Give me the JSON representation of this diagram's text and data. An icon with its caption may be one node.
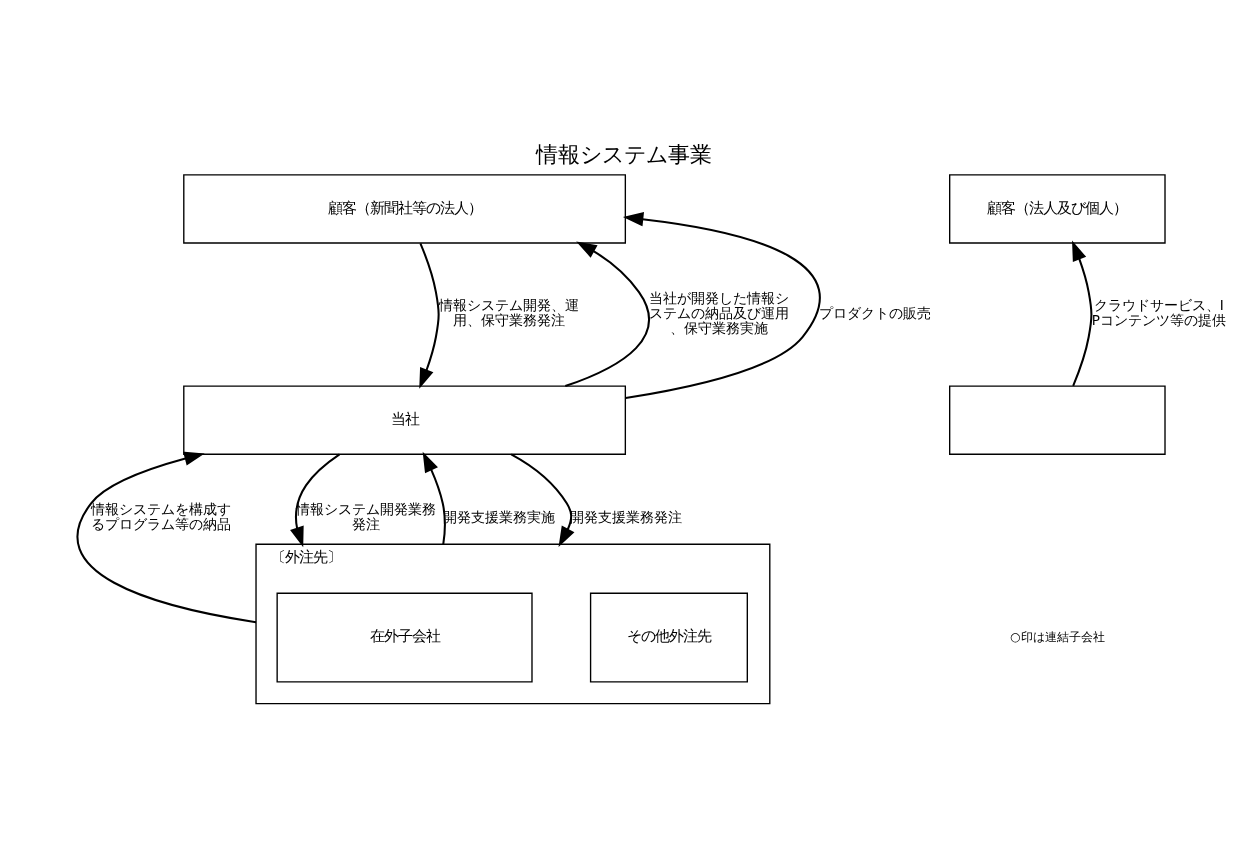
{
  "diagram": {
    "title": "情報システム事業",
    "nodes": [
      {
        "text": [
          "顧客（新聞社等の法人）"
        ]
      },
      {
        "text": [
          "顧客（法人及び個人）"
        ]
      },
      {
        "text": [
          "当社"
        ]
      },
      {
        "text": [],
        "shape": "box"
      },
      {
        "text": [
          "〔外注先〕"
        ]
      },
      {
        "text": [
          "在外子会社"
        ],
        "in": 4
      },
      {
        "text": [
          "その他外注先"
        ],
        "in": 4
      }
    ],
    "edges": [
      {
        "from": 2,
        "to": 0,
        "arrow": "to",
        "label": "当社が開発した情報システムの納品及び運用、保守業務実施"
      },
      {
        "from": 0,
        "to": 2,
        "arrow": "to",
        "label": "情報システム開発、運用、保守業務発注"
      },
      {
        "from": 2,
        "to": 0,
        "arrow": "to",
        "label": "プロダクトの販売"
      },
      {
        "from": 3,
        "to": 1,
        "arrow": "to",
        "label": "クラウドサービス、IPコンテンツ等の提供"
      },
      {
        "from": 4,
        "to": 2,
        "arrow": "to",
        "label": "情報システムを構成するプログラム等の納品"
      },
      {
        "from": 2,
        "to": 4,
        "arrow": "to",
        "label": "情報システム開発業務発注"
      },
      {
        "from": 4,
        "to": 2,
        "arrow": "to",
        "label": "開発支援業務実施"
      },
      {
        "from": 2,
        "to": 4,
        "arrow": "to",
        "label": "開発支援業務発注"
      }
    ],
    "labels": [
      "○印は連結子会社"
    ]
  }
}
